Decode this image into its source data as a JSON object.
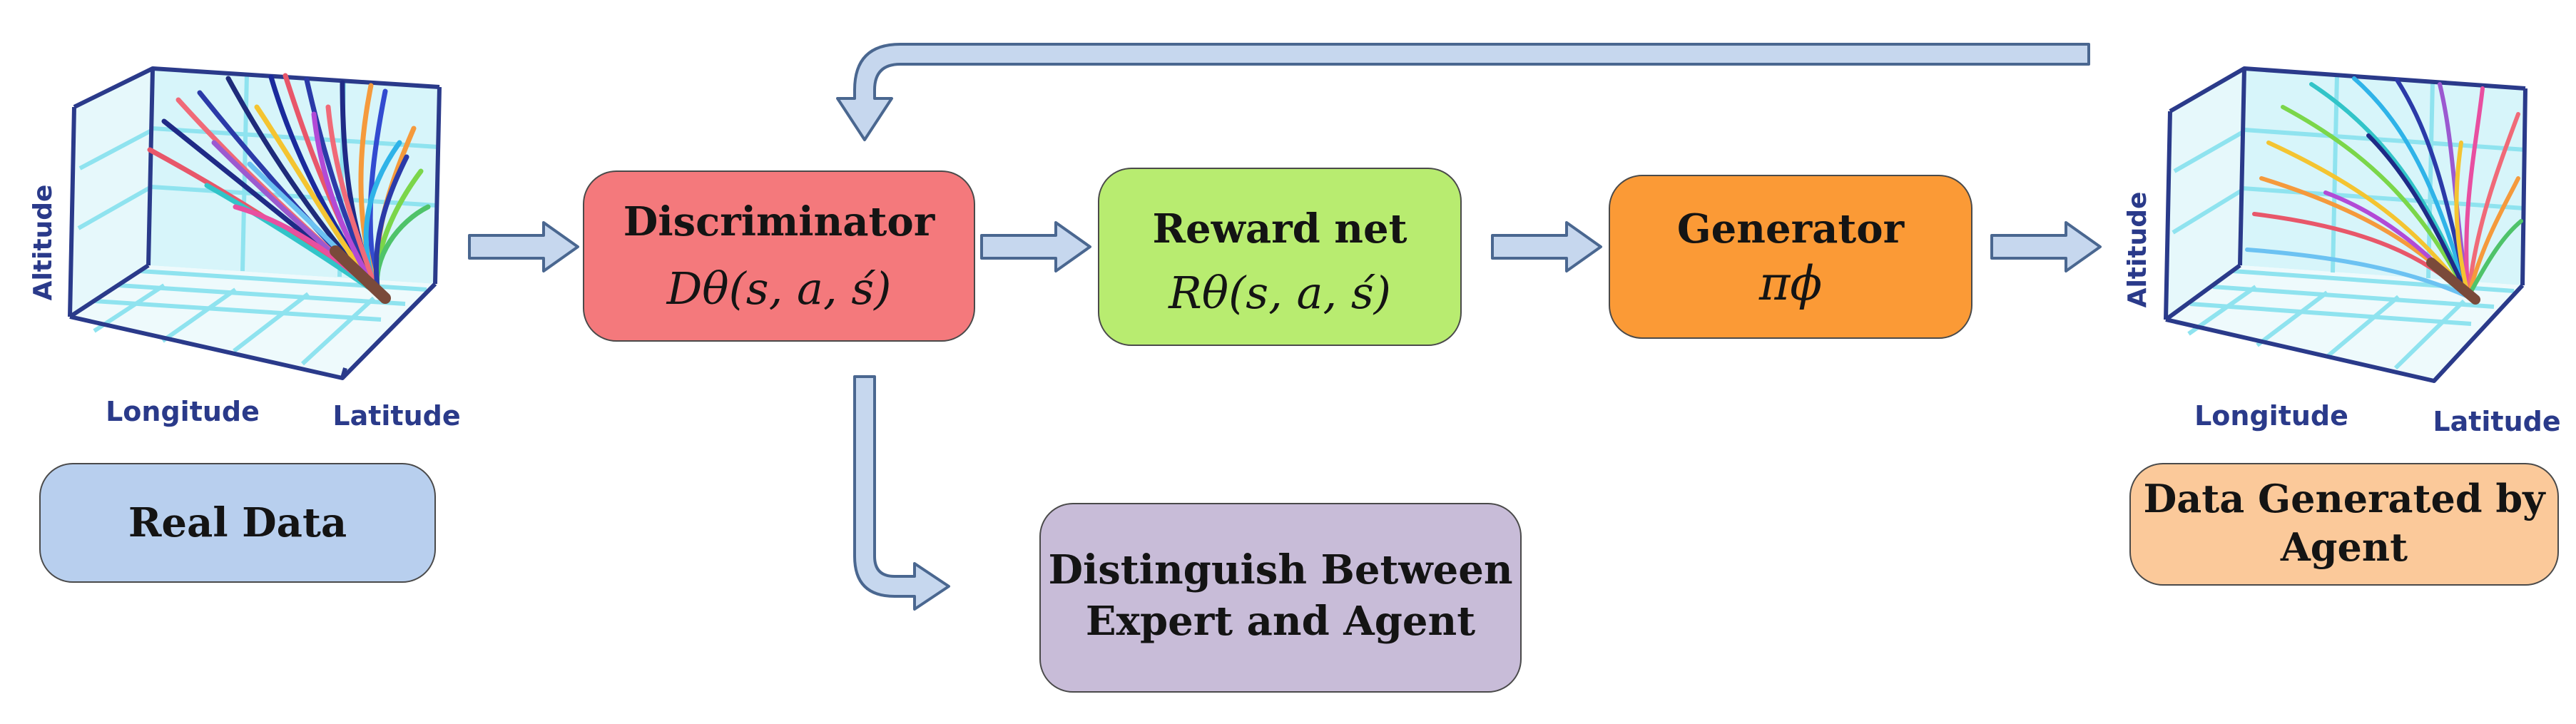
{
  "colors": {
    "arrow_fill": "#c6d7ee",
    "arrow_stroke": "#4a6790",
    "real_data_box": "#b8cfee",
    "discriminator_box": "#f4797c",
    "reward_box": "#b8ec70",
    "generator_box": "#fb9a36",
    "distinguish_box": "#c8bcd8",
    "generated_data_box": "#fbc99a",
    "axes_ink": "#2a3a8a",
    "grid_cyan": "#8fe3ef"
  },
  "left_plot": {
    "altitude_label": "Altitude",
    "longitude_label": "Longitude",
    "latitude_label": "Latitude"
  },
  "right_plot": {
    "altitude_label": "Altitude",
    "longitude_label": "Longitude",
    "latitude_label": "Latitude"
  },
  "real_data": {
    "label": "Real Data"
  },
  "discriminator": {
    "title": "Discriminator",
    "formula": "Dθ(s, a, ś)"
  },
  "reward_net": {
    "title": "Reward net",
    "formula": "Rθ(s, a, ś)"
  },
  "generator": {
    "title": "Generator",
    "formula": "πϕ"
  },
  "distinguish": {
    "line1": "Distinguish Between",
    "line2": "Expert and Agent"
  },
  "generated_data": {
    "line1": "Data Generated by",
    "line2": "Agent"
  }
}
